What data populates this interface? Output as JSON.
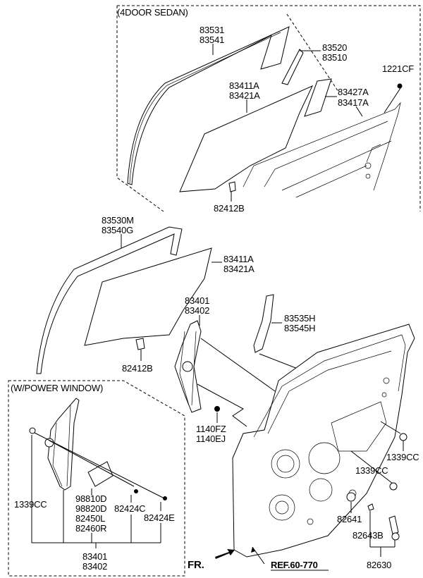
{
  "title": "Rear Door Window Glass & Regulator",
  "sections": {
    "sedan": "(4DOOR SEDAN)",
    "power_window": "(W/POWER WINDOW)"
  },
  "labels": {
    "l83531": "83531",
    "l83541": "83541",
    "l83520": "83520",
    "l83510": "83510",
    "l1221cf": "1221CF",
    "l83411a_top": "83411A",
    "l83421a_top": "83421A",
    "l83427a": "83427A",
    "l83417a": "83417A",
    "l82412b_top": "82412B",
    "l83530m": "83530M",
    "l83540g": "83540G",
    "l83411a": "83411A",
    "l83421a": "83421A",
    "l83401": "83401",
    "l83402": "83402",
    "l83535h": "83535H",
    "l83545h": "83545H",
    "l82412b": "82412B",
    "l1140fz": "1140FZ",
    "l1140ej": "1140EJ",
    "l1339cc_a": "1339CC",
    "l1339cc_b": "1339CC",
    "l1339cc_c": "1339CC",
    "l98810d": "98810D",
    "l98820d": "98820D",
    "l82450l": "82450L",
    "l82460r": "82460R",
    "l82424c": "82424C",
    "l82424e": "82424E",
    "l82641": "82641",
    "l82643b": "82643B",
    "l82630": "82630",
    "l83401_b": "83401",
    "l83402_b": "83402",
    "fr": "FR.",
    "ref": "REF.60-770"
  }
}
